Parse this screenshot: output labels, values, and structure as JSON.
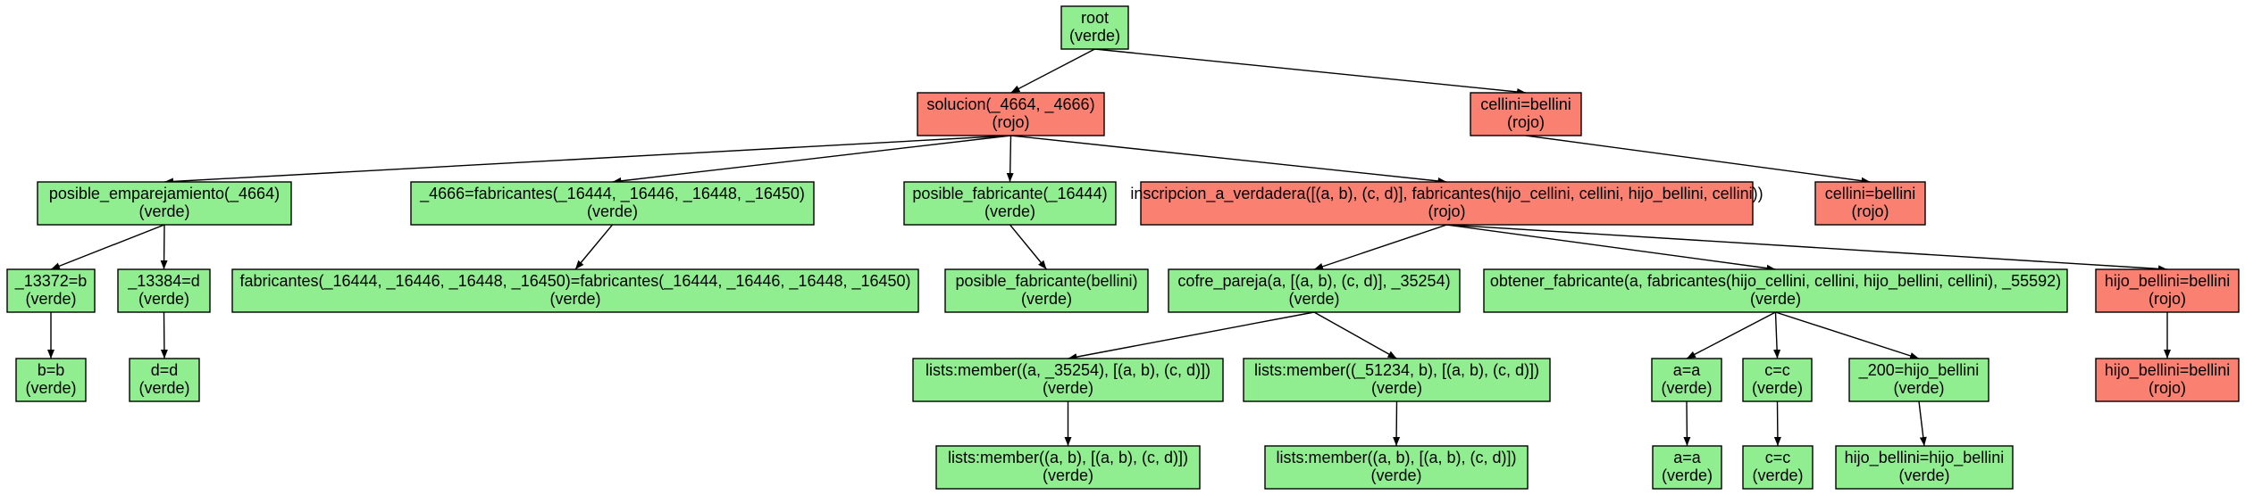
{
  "colors": {
    "verde": "#90ee90",
    "rojo": "#fa8072",
    "stroke": "#000000",
    "edge": "#000000"
  },
  "nodes": [
    {
      "id": "root",
      "lines": [
        "root",
        "(verde)"
      ],
      "state": "verde"
    },
    {
      "id": "solucion",
      "lines": [
        "solucion(_4664, _4666)",
        "(rojo)"
      ],
      "state": "rojo"
    },
    {
      "id": "cellini1",
      "lines": [
        "cellini=bellini",
        "(rojo)"
      ],
      "state": "rojo"
    },
    {
      "id": "posemp",
      "lines": [
        "posible_emparejamiento(_4664)",
        "(verde)"
      ],
      "state": "verde"
    },
    {
      "id": "fab4666",
      "lines": [
        "_4666=fabricantes(_16444, _16446, _16448, _16450)",
        "(verde)"
      ],
      "state": "verde"
    },
    {
      "id": "posfab",
      "lines": [
        "posible_fabricante(_16444)",
        "(verde)"
      ],
      "state": "verde"
    },
    {
      "id": "inscr",
      "lines": [
        "inscripcion_a_verdadera([(a, b), (c, d)], fabricantes(hijo_cellini, cellini, hijo_bellini, cellini))",
        "(rojo)"
      ],
      "state": "rojo"
    },
    {
      "id": "cellini2",
      "lines": [
        "cellini=bellini",
        "(rojo)"
      ],
      "state": "rojo"
    },
    {
      "id": "n13372",
      "lines": [
        "_13372=b",
        "(verde)"
      ],
      "state": "verde"
    },
    {
      "id": "n13384",
      "lines": [
        "_13384=d",
        "(verde)"
      ],
      "state": "verde"
    },
    {
      "id": "fabeq",
      "lines": [
        "fabricantes(_16444, _16446, _16448, _16450)=fabricantes(_16444, _16446, _16448, _16450)",
        "(verde)"
      ],
      "state": "verde"
    },
    {
      "id": "posfabb",
      "lines": [
        "posible_fabricante(bellini)",
        "(verde)"
      ],
      "state": "verde"
    },
    {
      "id": "cofre",
      "lines": [
        "cofre_pareja(a, [(a, b), (c, d)], _35254)",
        "(verde)"
      ],
      "state": "verde"
    },
    {
      "id": "obtener",
      "lines": [
        "obtener_fabricante(a, fabricantes(hijo_cellini, cellini, hijo_bellini, cellini), _55592)",
        "(verde)"
      ],
      "state": "verde"
    },
    {
      "id": "hijob1",
      "lines": [
        "hijo_bellini=bellini",
        "(rojo)"
      ],
      "state": "rojo"
    },
    {
      "id": "beqb",
      "lines": [
        "b=b",
        "(verde)"
      ],
      "state": "verde"
    },
    {
      "id": "deqd",
      "lines": [
        "d=d",
        "(verde)"
      ],
      "state": "verde"
    },
    {
      "id": "lm1",
      "lines": [
        "lists:member((a, _35254), [(a, b), (c, d)])",
        "(verde)"
      ],
      "state": "verde"
    },
    {
      "id": "lm2",
      "lines": [
        "lists:member((_51234, b), [(a, b), (c, d)])",
        "(verde)"
      ],
      "state": "verde"
    },
    {
      "id": "aeqa1",
      "lines": [
        "a=a",
        "(verde)"
      ],
      "state": "verde"
    },
    {
      "id": "ceqc1",
      "lines": [
        "c=c",
        "(verde)"
      ],
      "state": "verde"
    },
    {
      "id": "n200",
      "lines": [
        "_200=hijo_bellini",
        "(verde)"
      ],
      "state": "verde"
    },
    {
      "id": "hijob2",
      "lines": [
        "hijo_bellini=bellini",
        "(rojo)"
      ],
      "state": "rojo"
    },
    {
      "id": "lm3",
      "lines": [
        "lists:member((a, b), [(a, b), (c, d)])",
        "(verde)"
      ],
      "state": "verde"
    },
    {
      "id": "lm4",
      "lines": [
        "lists:member((a, b), [(a, b), (c, d)])",
        "(verde)"
      ],
      "state": "verde"
    },
    {
      "id": "aeqa2",
      "lines": [
        "a=a",
        "(verde)"
      ],
      "state": "verde"
    },
    {
      "id": "ceqc2",
      "lines": [
        "c=c",
        "(verde)"
      ],
      "state": "verde"
    },
    {
      "id": "hijobb",
      "lines": [
        "hijo_bellini=hijo_bellini",
        "(verde)"
      ],
      "state": "verde"
    }
  ],
  "edges": [
    [
      "root",
      "solucion"
    ],
    [
      "root",
      "cellini1"
    ],
    [
      "solucion",
      "posemp"
    ],
    [
      "solucion",
      "fab4666"
    ],
    [
      "solucion",
      "posfab"
    ],
    [
      "solucion",
      "inscr"
    ],
    [
      "cellini1",
      "cellini2"
    ],
    [
      "posemp",
      "n13372"
    ],
    [
      "posemp",
      "n13384"
    ],
    [
      "fab4666",
      "fabeq"
    ],
    [
      "posfab",
      "posfabb"
    ],
    [
      "inscr",
      "cofre"
    ],
    [
      "inscr",
      "obtener"
    ],
    [
      "inscr",
      "hijob1"
    ],
    [
      "n13372",
      "beqb"
    ],
    [
      "n13384",
      "deqd"
    ],
    [
      "cofre",
      "lm1"
    ],
    [
      "cofre",
      "lm2"
    ],
    [
      "obtener",
      "aeqa1"
    ],
    [
      "obtener",
      "ceqc1"
    ],
    [
      "obtener",
      "n200"
    ],
    [
      "hijob1",
      "hijob2"
    ],
    [
      "lm1",
      "lm3"
    ],
    [
      "lm2",
      "lm4"
    ],
    [
      "aeqa1",
      "aeqa2"
    ],
    [
      "ceqc1",
      "ceqc2"
    ],
    [
      "n200",
      "hijobb"
    ]
  ]
}
